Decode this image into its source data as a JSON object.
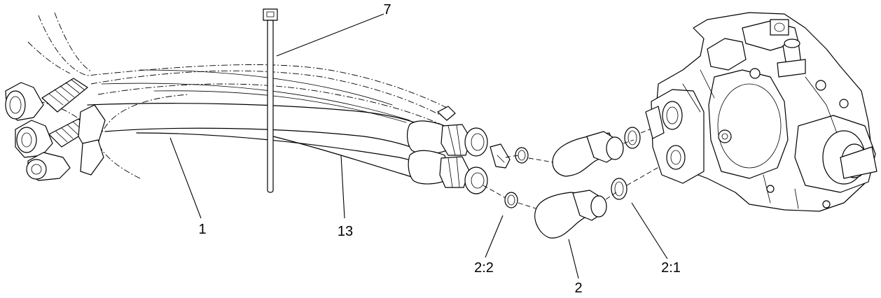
{
  "callouts": {
    "c7": "7",
    "c1": "1",
    "c13": "13",
    "c22": "2:2",
    "c2": "2",
    "c21": "2:1"
  },
  "colors": {
    "line": "#000000",
    "background": "#ffffff"
  }
}
